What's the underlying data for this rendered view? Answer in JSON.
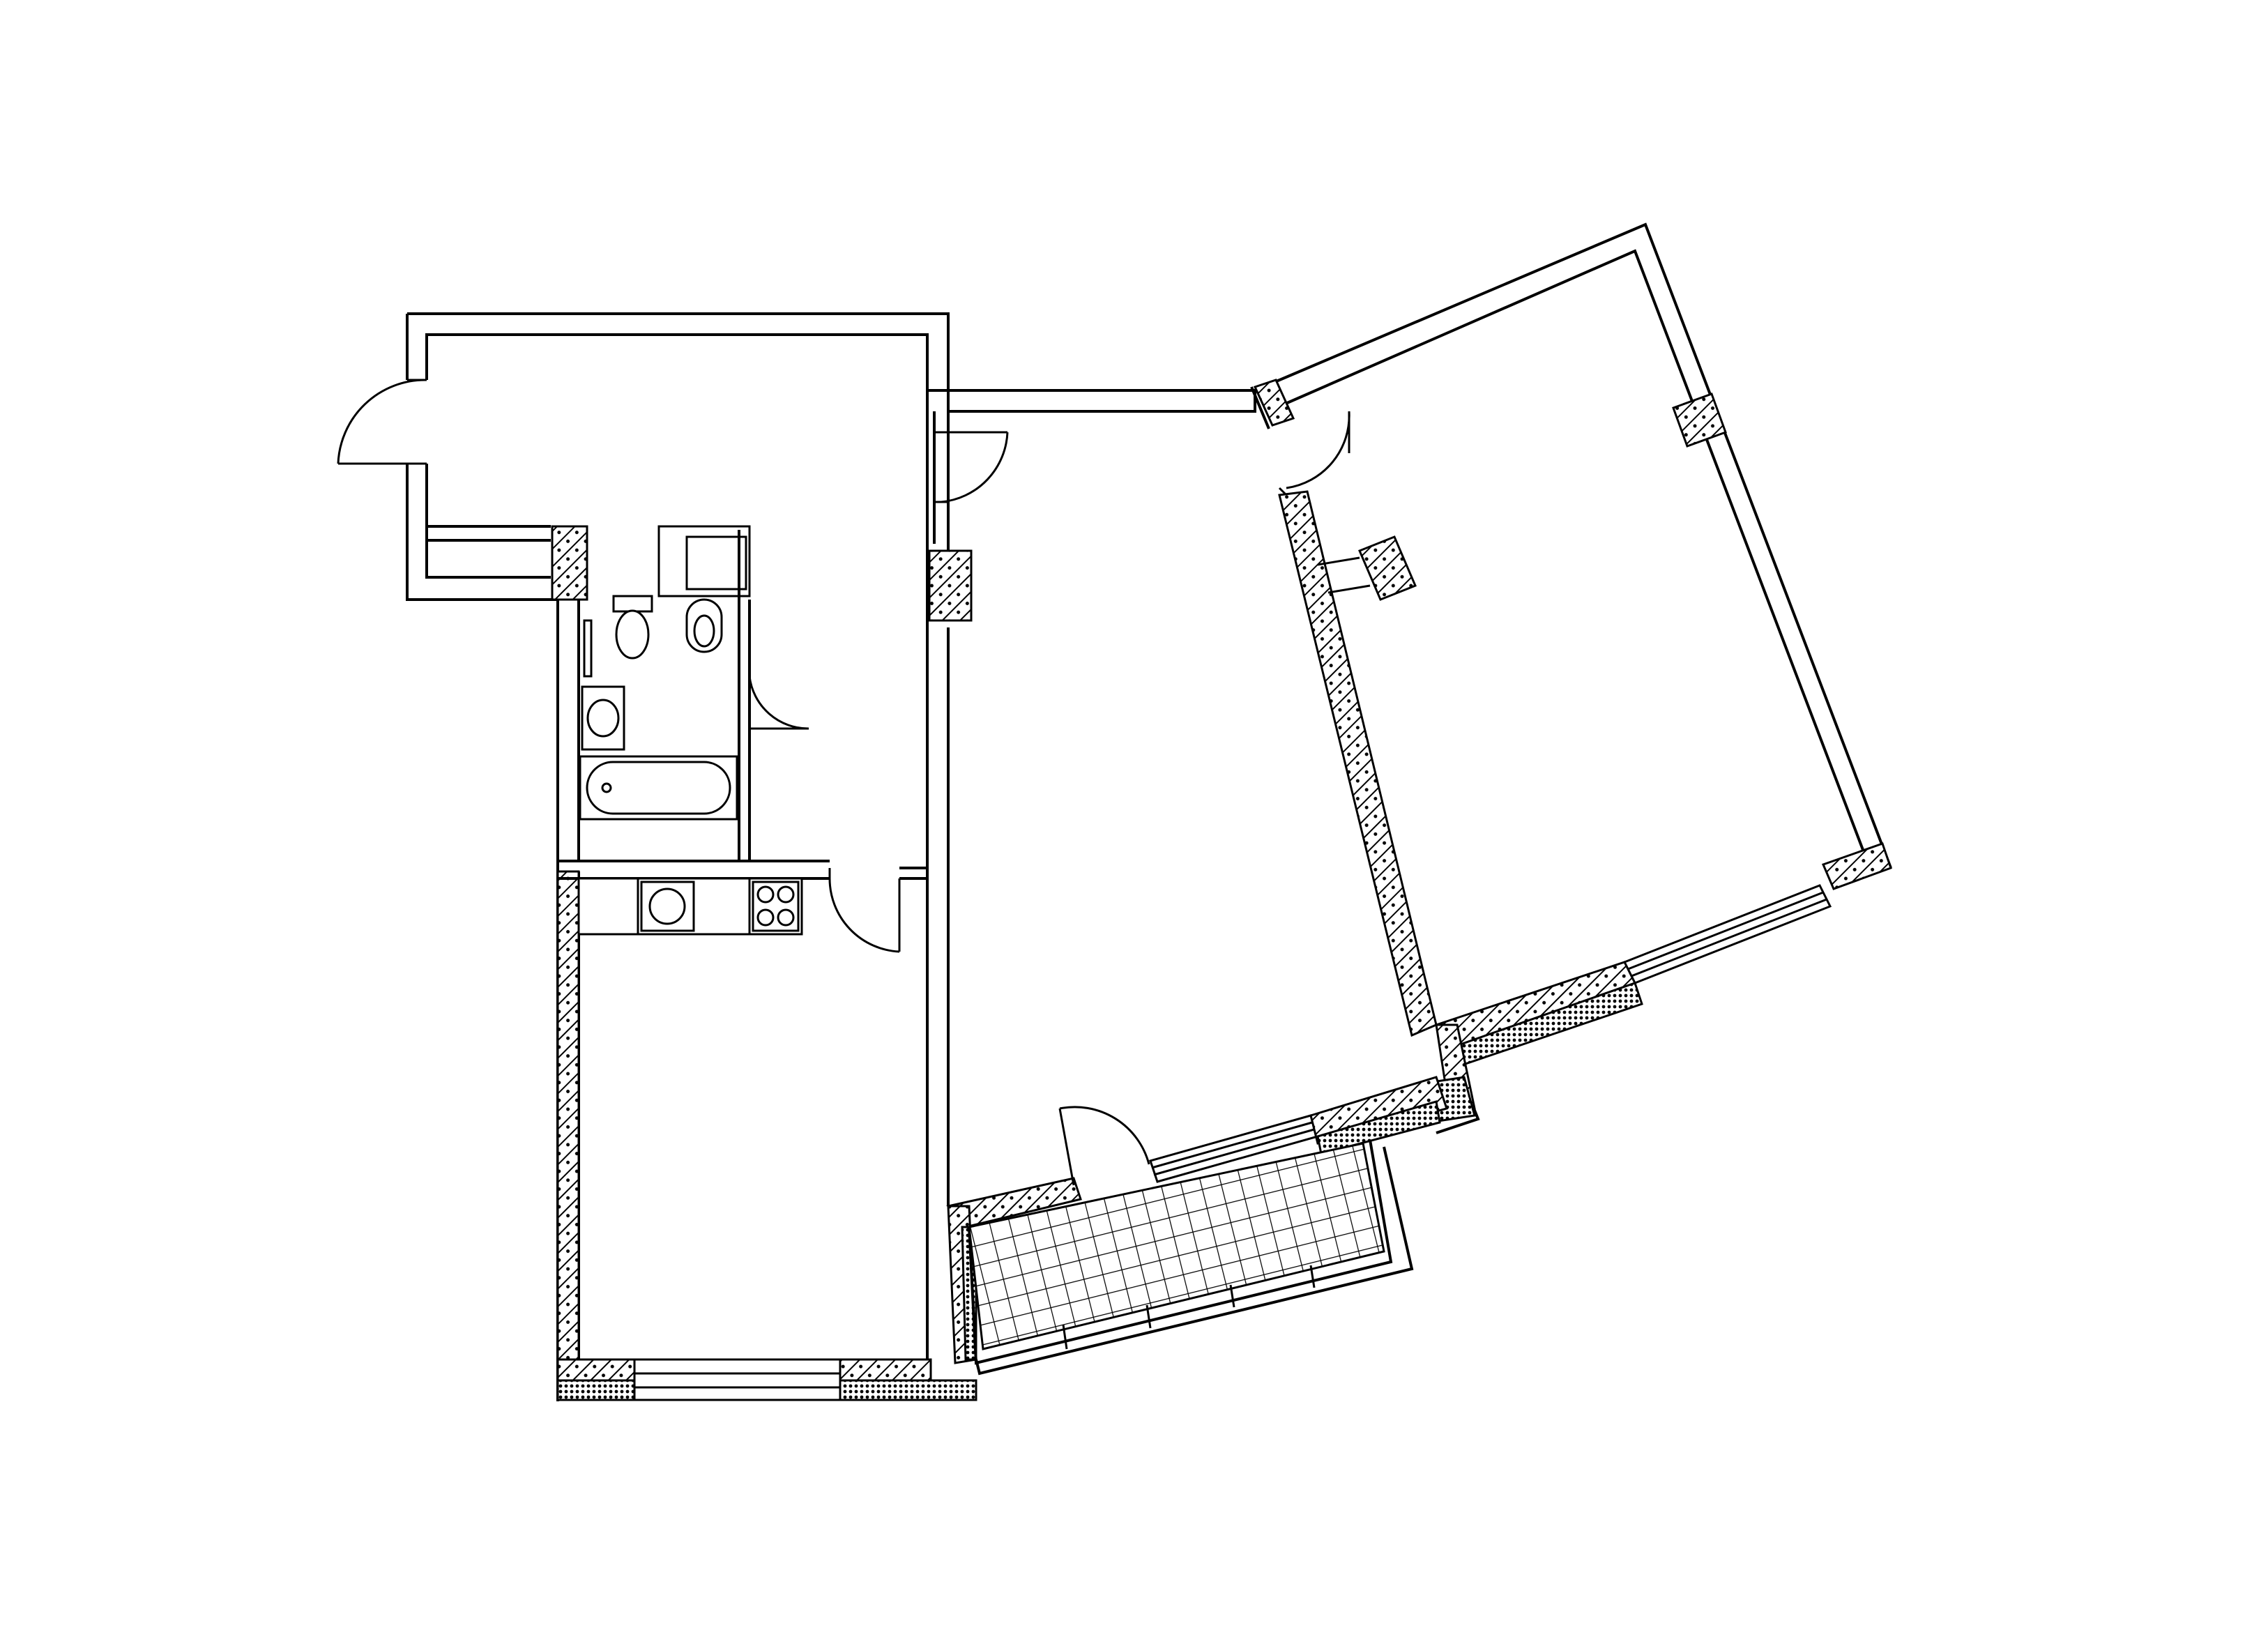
{
  "diagram": {
    "kind": "apartment-floor-plan",
    "stroke_color": "#000000",
    "background_color": "#ffffff",
    "rooms": [
      {
        "id": "hallway"
      },
      {
        "id": "bathroom"
      },
      {
        "id": "kitchen-living"
      },
      {
        "id": "corridor"
      },
      {
        "id": "bedroom"
      },
      {
        "id": "loggia"
      }
    ],
    "fixtures": [
      "toilet",
      "bidet",
      "washbasin",
      "bathtub",
      "kitchen-sink",
      "stove",
      "towel-rail"
    ],
    "doors": 6,
    "windows": 5
  }
}
